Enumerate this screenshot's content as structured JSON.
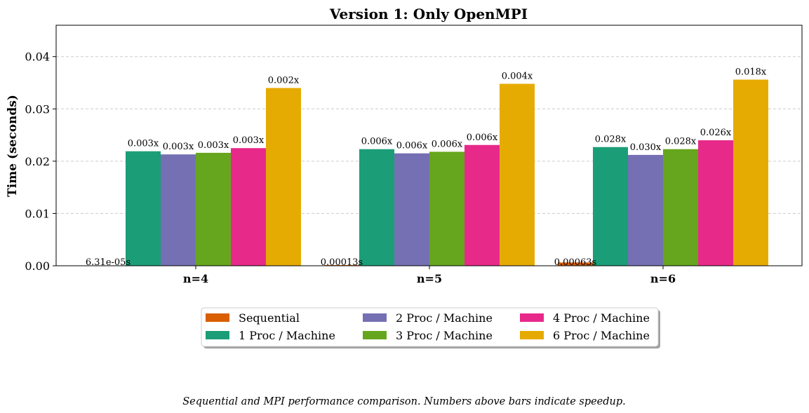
{
  "chart_data": {
    "type": "bar",
    "title": "Version 1: Only OpenMPI",
    "xlabel": "",
    "ylabel": "Time (seconds)",
    "ylim": [
      0,
      0.046
    ],
    "yticks": [
      "0.00",
      "0.01",
      "0.02",
      "0.03",
      "0.04"
    ],
    "categories": [
      "n=4",
      "n=5",
      "n=6"
    ],
    "grid": true,
    "legend_position": "bottom-center",
    "series": [
      {
        "name": "Sequential",
        "color": "#d95f02",
        "values": [
          6.31e-05,
          0.00013,
          0.00063
        ],
        "labels": [
          "6.31e-05s",
          "0.00013s",
          "0.00063s"
        ]
      },
      {
        "name": "1 Proc / Machine",
        "color": "#1b9e77",
        "values": [
          0.0219,
          0.0223,
          0.0227
        ],
        "labels": [
          "0.003x",
          "0.006x",
          "0.028x"
        ]
      },
      {
        "name": "2 Proc / Machine",
        "color": "#7570b3",
        "values": [
          0.0213,
          0.0215,
          0.0212
        ],
        "labels": [
          "0.003x",
          "0.006x",
          "0.030x"
        ]
      },
      {
        "name": "3 Proc / Machine",
        "color": "#66a61e",
        "values": [
          0.0216,
          0.0218,
          0.0223
        ],
        "labels": [
          "0.003x",
          "0.006x",
          "0.028x"
        ]
      },
      {
        "name": "4 Proc / Machine",
        "color": "#e7298a",
        "values": [
          0.0225,
          0.0231,
          0.024
        ],
        "labels": [
          "0.003x",
          "0.006x",
          "0.026x"
        ]
      },
      {
        "name": "6 Proc / Machine",
        "color": "#e6ab02",
        "values": [
          0.034,
          0.0348,
          0.0356
        ],
        "labels": [
          "0.002x",
          "0.004x",
          "0.018x"
        ]
      }
    ]
  },
  "caption": "Sequential and MPI performance comparison. Numbers above bars indicate speedup."
}
